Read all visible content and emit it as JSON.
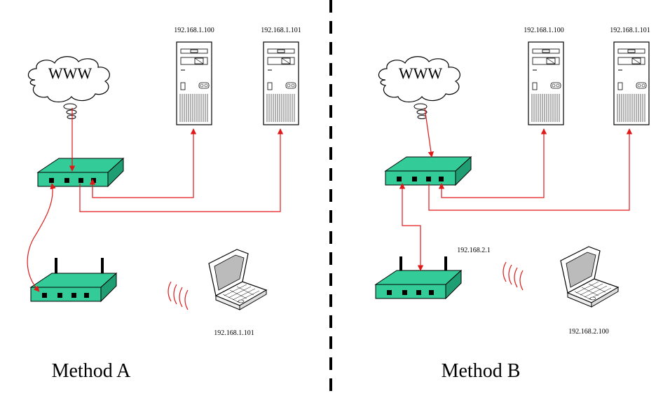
{
  "method_a": {
    "title": "Method A",
    "cloud_label": "WWW",
    "server1_ip": "192.168.1.100",
    "server2_ip": "192.168.1.101",
    "laptop_ip": "192.168.1.101"
  },
  "method_b": {
    "title": "Method B",
    "cloud_label": "WWW",
    "server1_ip": "192.168.1.100",
    "server2_ip": "192.168.1.101",
    "router_ip": "192.168.2.1",
    "laptop_ip": "192.168.2.100"
  },
  "colors": {
    "device_green": "#33cc99",
    "wire_red": "#e01818",
    "divider": "#000000"
  },
  "icons": [
    "cloud-icon",
    "switch-icon",
    "wireless-router-icon",
    "server-tower-icon",
    "laptop-icon",
    "wireless-signal-icon"
  ]
}
